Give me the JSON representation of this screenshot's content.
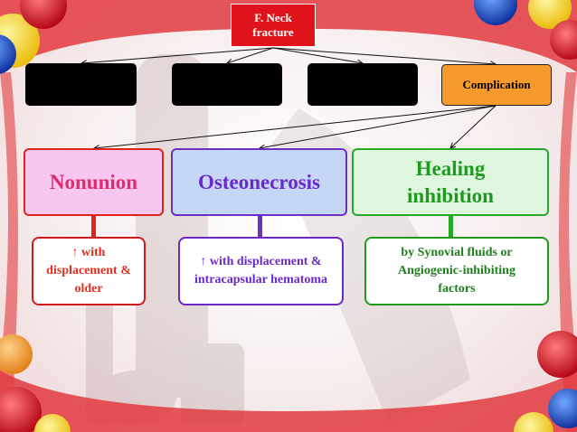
{
  "root": {
    "label": "F. Neck fracture"
  },
  "hidden_boxes": [
    "",
    "",
    ""
  ],
  "complication": {
    "label": "Complication"
  },
  "categories": [
    {
      "title": "Nonunion",
      "detail": "↑ with displacement & older"
    },
    {
      "title": "Osteonecrosis",
      "detail": "↑ with displacement & intracapsular hematoma"
    },
    {
      "title": "Healing inhibition",
      "detail": "by Synovial fluids or Angiogenic-inhibiting factors"
    }
  ],
  "colors": {
    "root_fill": "#e0121b",
    "complication_fill": "#f79a2c",
    "nonunion_fill": "#f7c7f1",
    "osteonecrosis_fill": "#c5d7f4",
    "healing_fill": "#dff7df",
    "nonunion_accent": "#e0241b",
    "osteonecrosis_accent": "#6b30c4",
    "healing_accent": "#27a827"
  }
}
